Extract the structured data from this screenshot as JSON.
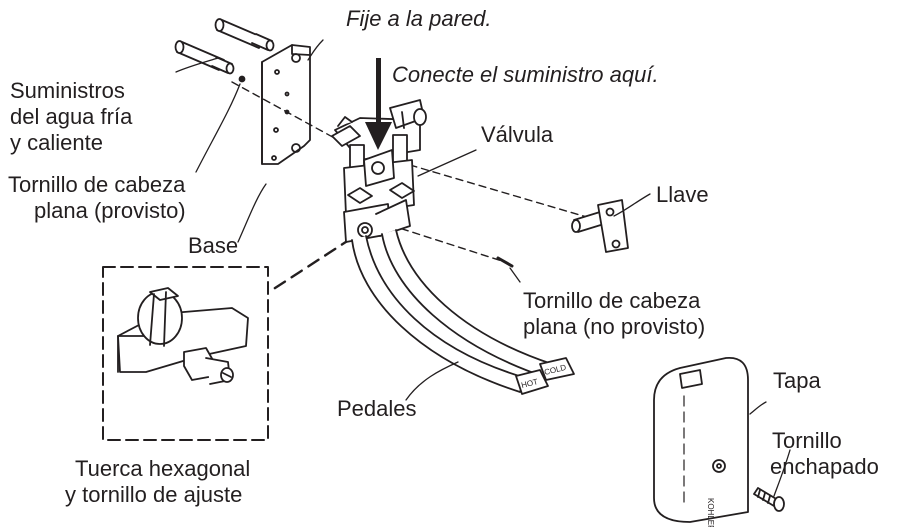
{
  "labels": {
    "wall": "Fije a la pared.",
    "supply_here": "Conecte el suministro aquí.",
    "supplies_1": "Suministros",
    "supplies_2": "del agua fría",
    "supplies_3": "y caliente",
    "valve": "Válvula",
    "screw_provided_1": "Tornillo de cabeza",
    "screw_provided_2": "plana (provisto)",
    "key": "Llave",
    "base": "Base",
    "screw_not_provided_1": "Tornillo de cabeza",
    "screw_not_provided_2": "plana (no provisto)",
    "cover": "Tapa",
    "plated_screw_1": "Tornillo",
    "plated_screw_2": "enchapado",
    "pedals": "Pedales",
    "hexnut_1": "Tuerca hexagonal",
    "hexnut_2": "y tornillo de ajuste"
  },
  "pedal_labels": {
    "hot": "HOT",
    "cold": "COLD"
  },
  "cover_brand": "KOHLER"
}
